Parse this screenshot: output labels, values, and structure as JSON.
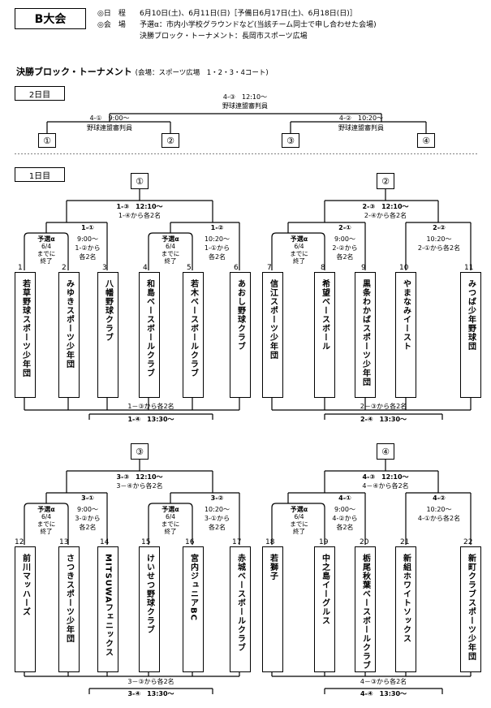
{
  "header": {
    "title": "B大会",
    "line1_label": "◎日　程",
    "line1_value": "6月10日(土)、6月11日(日)［予備日6月17日(土)、6月18日(日)］",
    "line2_label": "◎会　場",
    "line2_value": "予選α：市内小学校グラウンドなど(当該チーム同士で申し合わせた会場)",
    "line3_value": "決勝ブロック・トーナメント：長岡市スポーツ広場"
  },
  "section_title": "決勝ブロック・トーナメント",
  "section_note": "(会場：スポーツ広場　1・2・3・4コート)",
  "day2": {
    "label": "2日目",
    "final": {
      "line1": "4-③　12:10～",
      "line2": "野球連盟審判員"
    },
    "semi_left": {
      "line1": "4-①　9:00～",
      "line2": "野球連盟審判員"
    },
    "semi_right": {
      "line1": "4-②　10:20～",
      "line2": "野球連盟審判員"
    },
    "boxes": [
      "①",
      "②",
      "③",
      "④"
    ]
  },
  "day1": {
    "label": "1日目"
  },
  "blocks": [
    {
      "num": "①",
      "top": {
        "line1": "1-③　12:10～",
        "line2": "1-④から各2名"
      },
      "left": {
        "code": "1-①",
        "time": "9:00～",
        "ref": "1-②から",
        "ref2": "各2名"
      },
      "right": {
        "code": "1-②",
        "time": "10:20～",
        "ref": "1-①から",
        "ref2": "各2名"
      },
      "yosen_left": {
        "title": "予選α",
        "l1": "6/4",
        "l2": "までに",
        "l3": "終了"
      },
      "yosen_right": {
        "title": "予選α",
        "l1": "6/4",
        "l2": "までに",
        "l3": "終了"
      },
      "teams": [
        {
          "num": "1",
          "name": "若草野球スポーツ少年団"
        },
        {
          "num": "2",
          "name": "みゆきスポーツ少年団"
        },
        {
          "num": "3",
          "name": "八幡野球クラブ"
        },
        {
          "num": "4",
          "name": "和島ベースボールクラブ"
        },
        {
          "num": "5",
          "name": "若木ベースボールクラブ"
        },
        {
          "num": "6",
          "name": "あおし野球クラブ"
        }
      ],
      "bottom1": "1－③から各2名",
      "bottom2": "1-④　13:30～"
    },
    {
      "num": "②",
      "top": {
        "line1": "2-③　12:10～",
        "line2": "2-④から各2名"
      },
      "left": {
        "code": "2-①",
        "time": "9:00～",
        "ref": "2-②から",
        "ref2": "各2名"
      },
      "right": {
        "code": "2-②",
        "time": "10:20～",
        "ref": "2-①から各2名",
        "ref2": ""
      },
      "yosen_left": {
        "title": "予選α",
        "l1": "6/4",
        "l2": "までに",
        "l3": "終了"
      },
      "teams": [
        {
          "num": "7",
          "name": "信江スポーツ少年団"
        },
        {
          "num": "8",
          "name": "希望ベースボール"
        },
        {
          "num": "9",
          "name": "黒条わかばスポーツ少年団"
        },
        {
          "num": "10",
          "name": "やまなみイースト"
        },
        {
          "num": "11",
          "name": "みつば少年野球団"
        }
      ],
      "bottom1": "2－③から各2名",
      "bottom2": "2-④　13:30～"
    },
    {
      "num": "③",
      "top": {
        "line1": "3-③　12:10～",
        "line2": "3－④から各2名"
      },
      "left": {
        "code": "3-①",
        "time": "9:00～",
        "ref": "3-②から",
        "ref2": "各2名"
      },
      "right": {
        "code": "3-②",
        "time": "10:20～",
        "ref": "3-①から",
        "ref2": "各2名"
      },
      "yosen_left": {
        "title": "予選α",
        "l1": "6/4",
        "l2": "までに",
        "l3": "終了"
      },
      "yosen_right": {
        "title": "予選α",
        "l1": "6/4",
        "l2": "までに",
        "l3": "終了"
      },
      "teams": [
        {
          "num": "12",
          "name": "前川マッハーズ"
        },
        {
          "num": "13",
          "name": "さつきスポーツ少年団"
        },
        {
          "num": "14",
          "name": "MITSUWAフェニックス"
        },
        {
          "num": "15",
          "name": "けいせつ野球クラブ"
        },
        {
          "num": "16",
          "name": "宮内ジュニアBC"
        },
        {
          "num": "17",
          "name": "赤城ベースボールクラブ"
        }
      ],
      "bottom1": "3－③から各2名",
      "bottom2": "3-④　13:30～"
    },
    {
      "num": "④",
      "top": {
        "line1": "4-③　12:10～",
        "line2": "4－④から各2名"
      },
      "left": {
        "code": "4-①",
        "time": "9:00～",
        "ref": "4-②から",
        "ref2": "各2名"
      },
      "right": {
        "code": "4-②",
        "time": "10:20～",
        "ref": "4-①から各2名",
        "ref2": ""
      },
      "yosen_left": {
        "title": "予選α",
        "l1": "6/4",
        "l2": "までに",
        "l3": "終了"
      },
      "teams": [
        {
          "num": "18",
          "name": "若獅子"
        },
        {
          "num": "19",
          "name": "中之島イーグルス"
        },
        {
          "num": "20",
          "name": "栃尾秋葉ベースボールクラブ"
        },
        {
          "num": "21",
          "name": "新組ホワイトソックス"
        },
        {
          "num": "22",
          "name": "新町クラブスポーツ少年団"
        }
      ],
      "bottom1": "4－③から各2名",
      "bottom2": "4-④　13:30～"
    }
  ]
}
